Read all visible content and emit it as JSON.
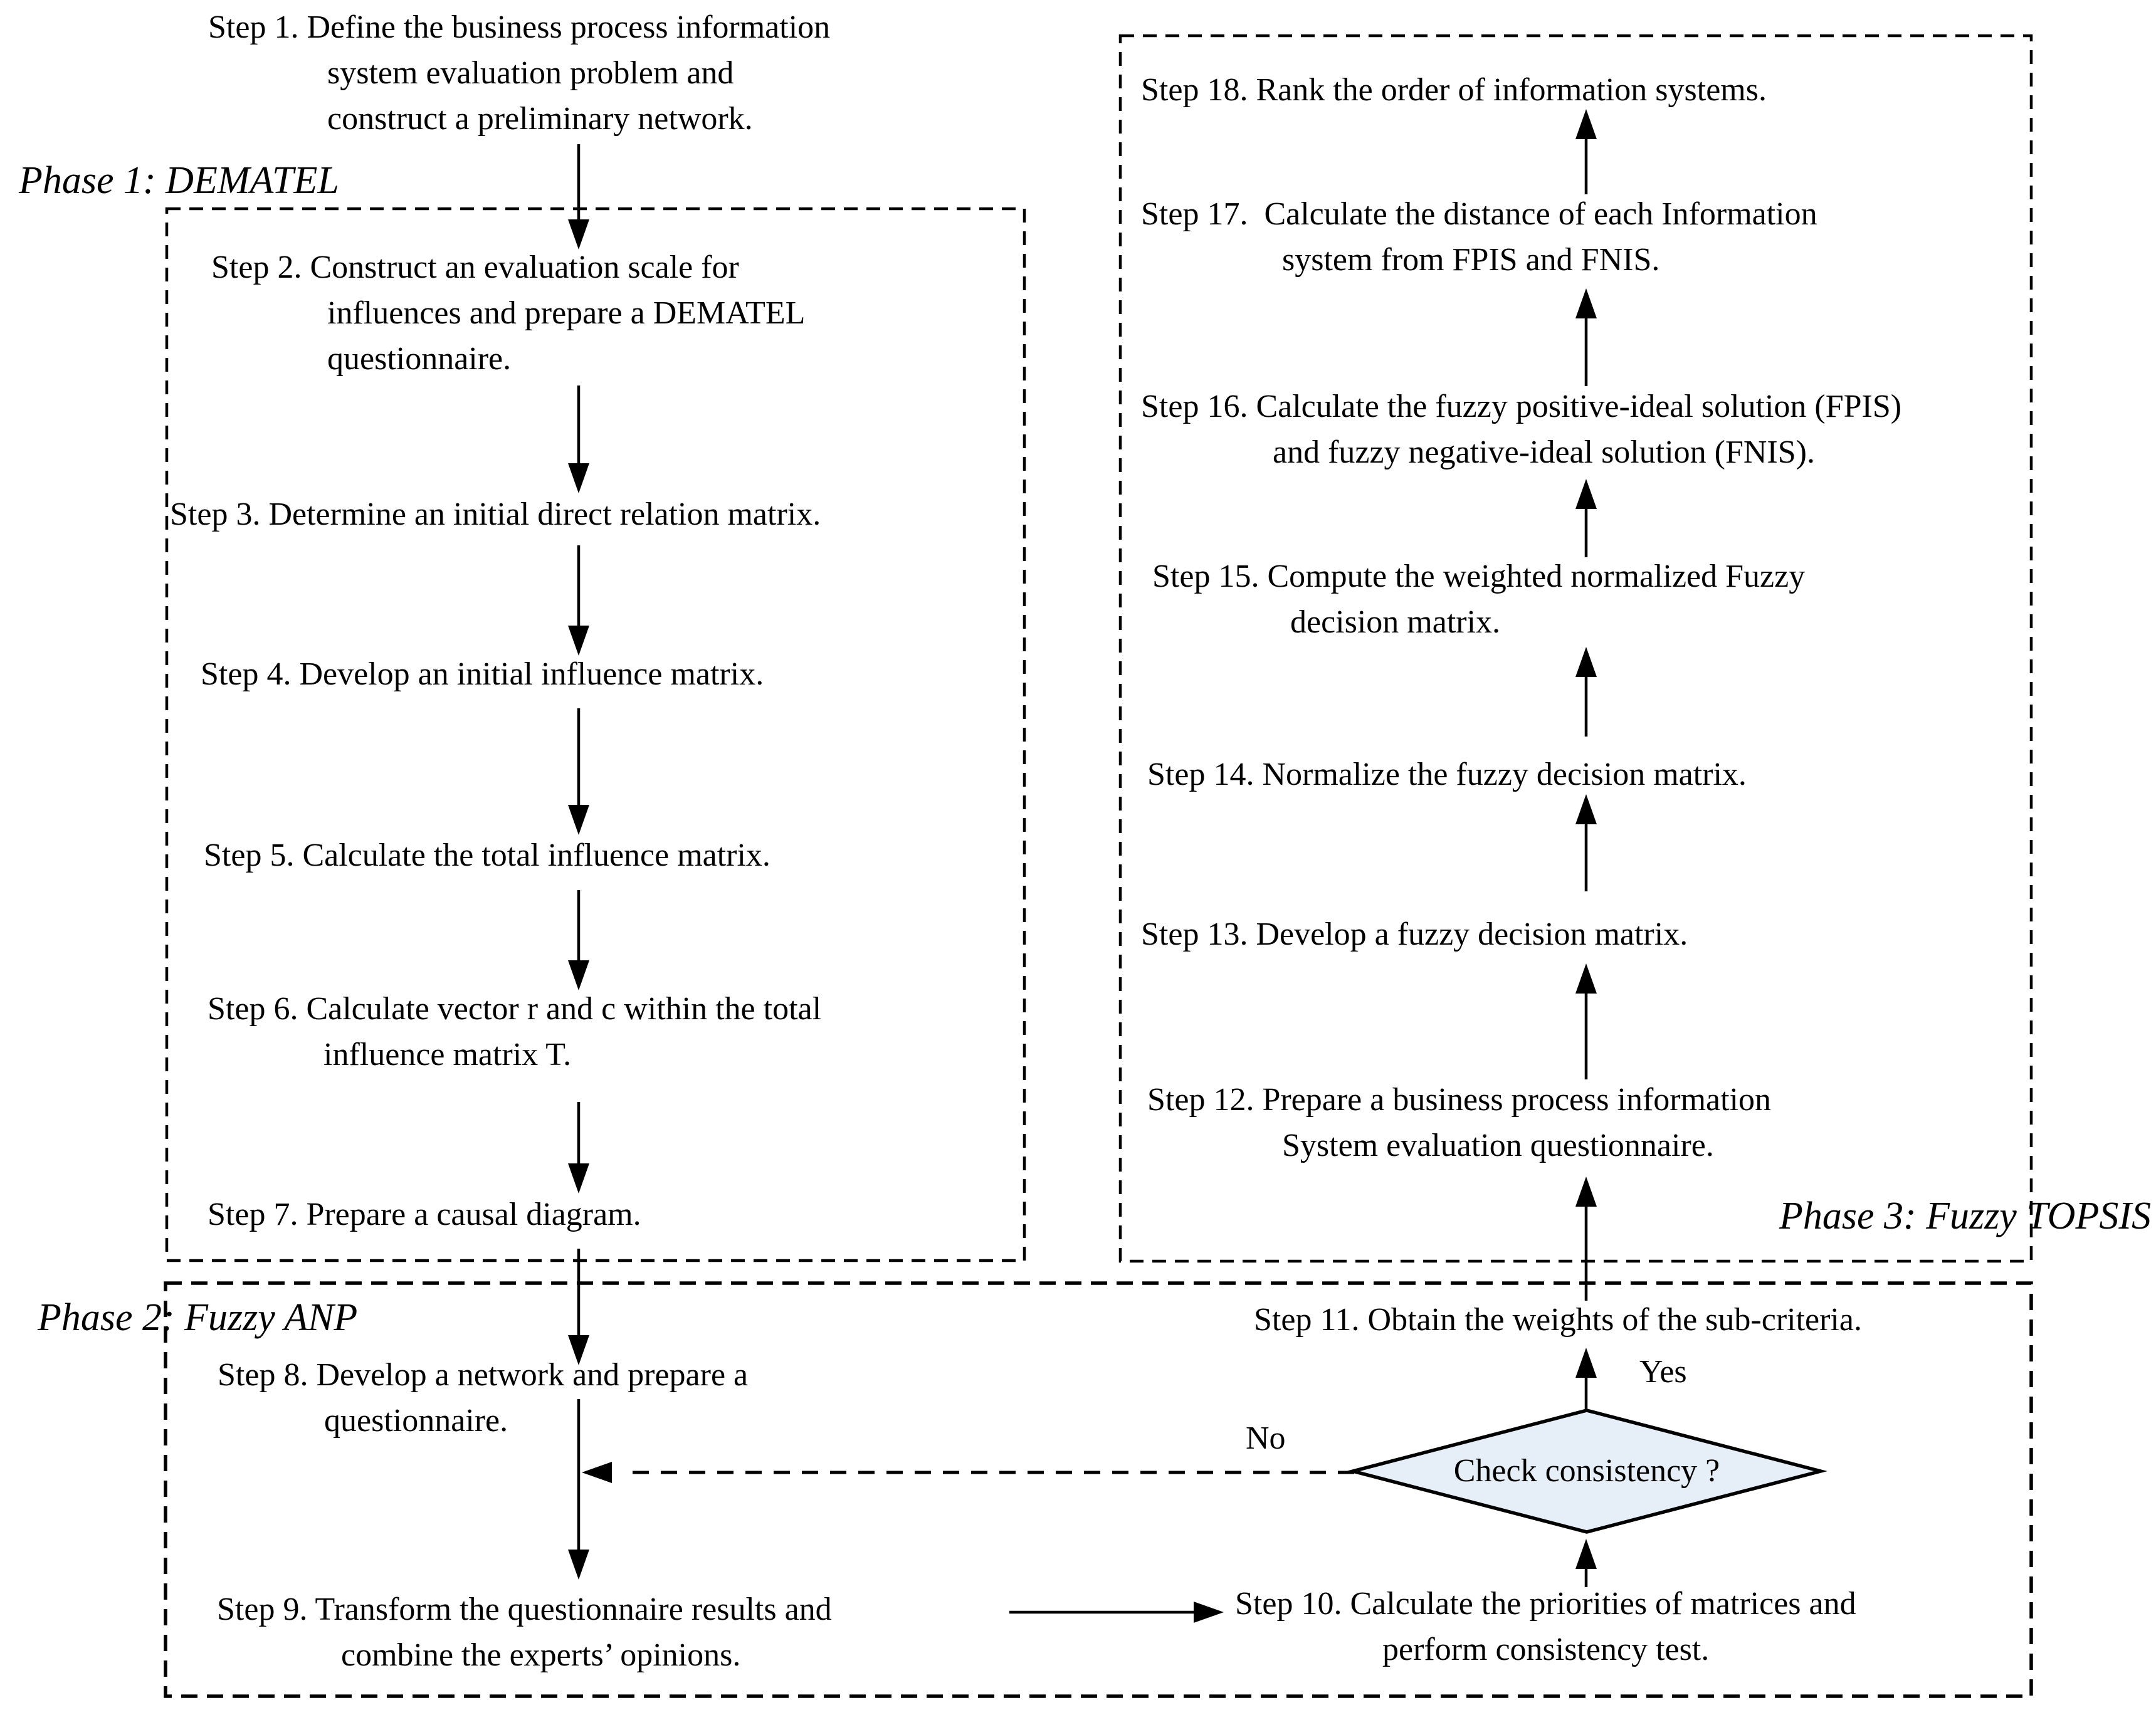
{
  "figure": {
    "background": "#ffffff",
    "line_color": "#000000",
    "phase_labels": {
      "phase1": "Phase 1: DEMATEL",
      "phase2": "Phase 2: Fuzzy ANP",
      "phase3": "Phase 3: Fuzzy TOPSIS"
    },
    "steps": {
      "s1": "Step 1. Define the business process information\nsystem evaluation problem and\nconstruct a preliminary network.",
      "s2": "Step 2. Construct an evaluation scale for\ninfluences and prepare a DEMATEL\nquestionnaire.",
      "s3": "Step 3. Determine an initial direct relation matrix.",
      "s4": "Step 4. Develop an initial influence matrix.",
      "s5": "Step 5. Calculate the total influence matrix.",
      "s6": "Step 6. Calculate vector r and c within the total\ninfluence matrix T.",
      "s7": "Step 7. Prepare a causal diagram.",
      "s8": "Step 8. Develop a network and prepare a\nquestionnaire.",
      "s9": "Step 9. Transform the questionnaire results and\ncombine the experts’ opinions.",
      "s10": "Step 10. Calculate the priorities of matrices and\nperform consistency test.",
      "s11": "Step 11. Obtain the weights of the sub-criteria.",
      "s12": "Step 12. Prepare a business process information\nSystem evaluation questionnaire.",
      "s13": "Step 13. Develop a fuzzy decision matrix.",
      "s14": "Step 14. Normalize the fuzzy decision matrix.",
      "s15": "Step 15. Compute the weighted normalized Fuzzy\ndecision matrix.",
      "s16": "Step 16. Calculate the fuzzy positive-ideal solution (FPIS)\nand fuzzy negative-ideal solution (FNIS).",
      "s17": "Step 17.  Calculate the distance of each Information\nsystem from FPIS and FNIS.",
      "s18": "Step 18. Rank the order of information systems."
    },
    "decision": {
      "label": "Check consistency ?",
      "yes_label": "Yes",
      "no_label": "No",
      "fill": "#e6eef8"
    }
  }
}
